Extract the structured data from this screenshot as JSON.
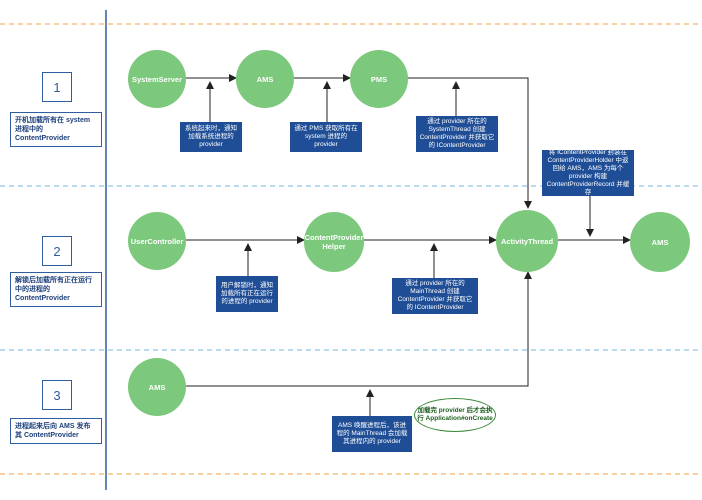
{
  "rows": [
    {
      "number": "1",
      "title": "开机加载所有在 system 进程中的 ContentProvider"
    },
    {
      "number": "2",
      "title": "解锁后加载所有正在运行中的进程的 ContentProvider"
    },
    {
      "number": "3",
      "title": "进程起来后向 AMS 发布其 ContentProvider"
    }
  ],
  "nodes": {
    "system_server": "SystemServer",
    "ams_top": "AMS",
    "pms": "PMS",
    "user_controller": "UserController",
    "content_provider_helper": "ContentProvider Helper",
    "activity_thread": "ActivityThread",
    "ams_right": "AMS",
    "ams_bottom": "AMS"
  },
  "notes": {
    "system_ready": "系统起来时，通知加载系统进程的 provider",
    "pms_fetch": "通过 PMS 获取所有在 system 进程的 provider",
    "system_thread": "通过 provider 所在的 SystemThread 创建 ContentProvider 并获取它的 IContentProvider",
    "wrap_return": "将 IContentProvider 封装在 ContentProviderHolder 中返回给 AMS，AMS 为每个 provider 构建 ContentProviderRecord 并缓存",
    "user_unlock": "用户解锁时，通知加载所有正在运行的进程的 provider",
    "main_thread": "通过 provider 所在的 MainThread 创建 ContentProvider 并获取它的 IContentProvider",
    "process_wake": "AMS 唤醒进程后，该进程的 MainThread 会加载其进程内的 provider"
  },
  "bubble": "加载完 provider 后才会执行 Application#onCreate",
  "colors": {
    "node": "#7cc87c",
    "note": "#1f4e96",
    "divider_orange": "#f0a040",
    "divider_blue": "#7ab4e0",
    "spine": "#2f5d9e"
  }
}
